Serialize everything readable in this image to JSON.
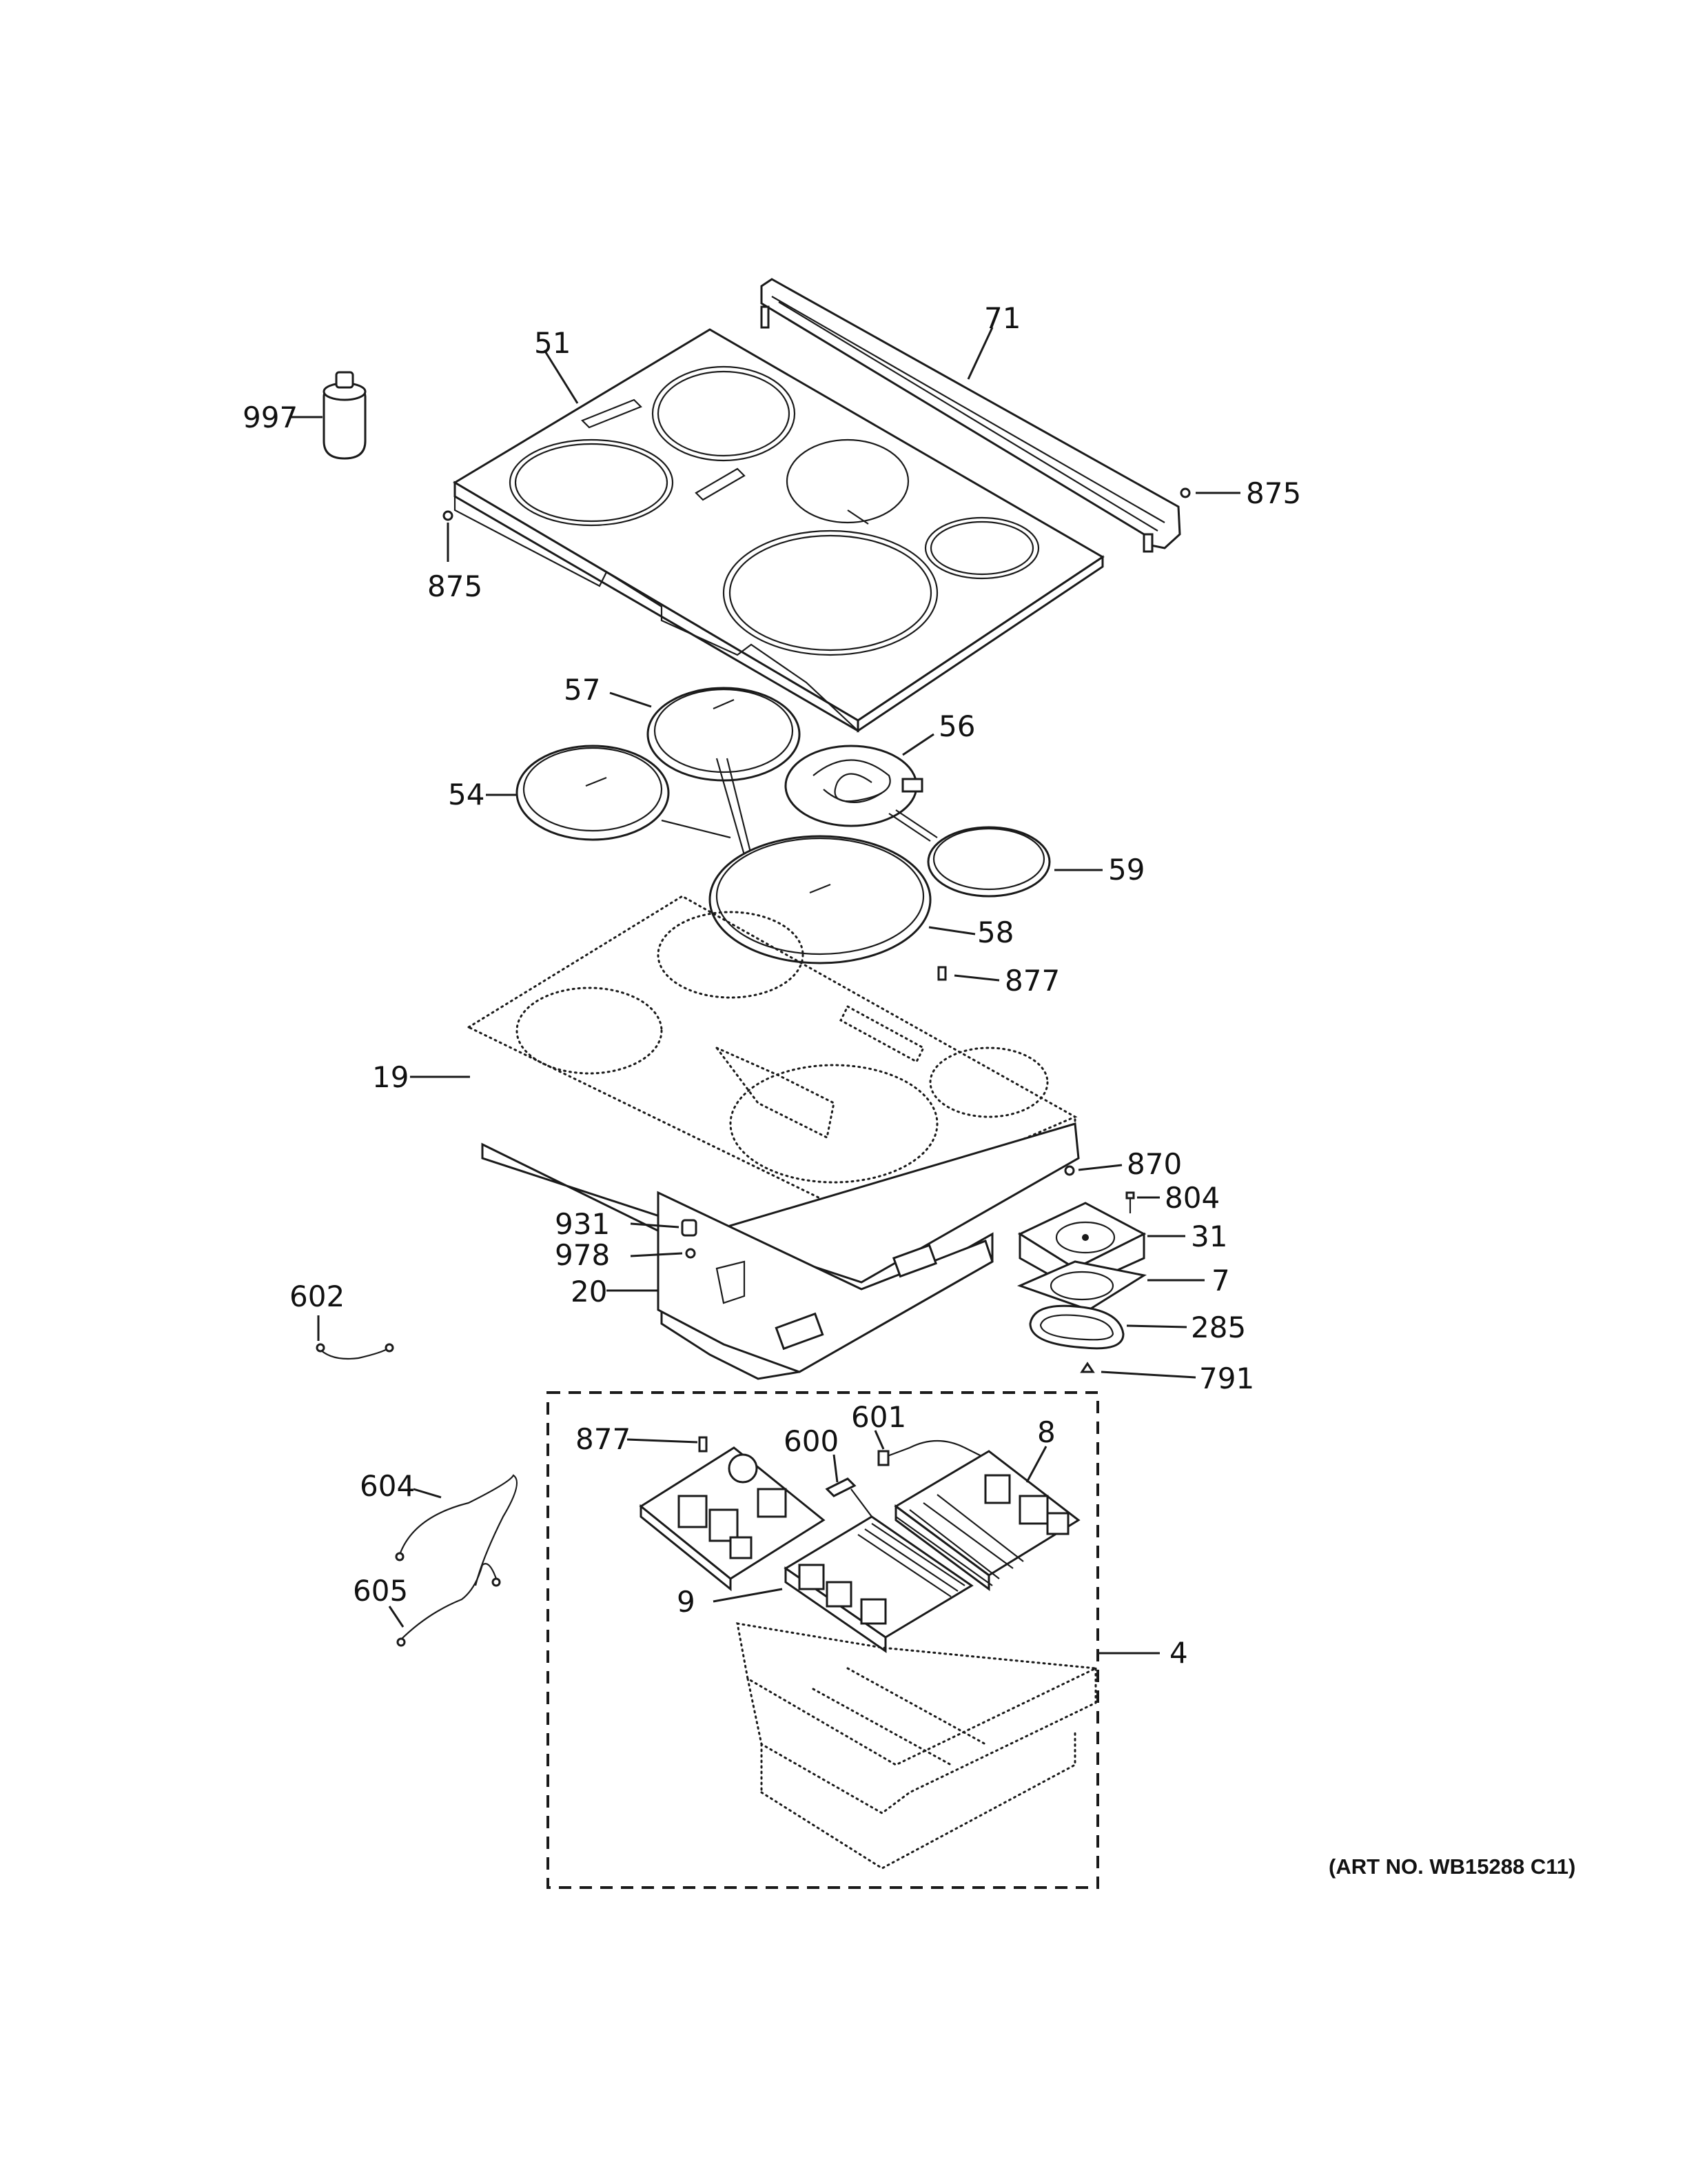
{
  "art_number": "(ART NO. WB15288 C11)",
  "callouts": {
    "c997": "997",
    "c51": "51",
    "c71": "71",
    "c875a": "875",
    "c875b": "875",
    "c57": "57",
    "c56": "56",
    "c54": "54",
    "c59": "59",
    "c58": "58",
    "c877a": "877",
    "c19": "19",
    "c870": "870",
    "c804": "804",
    "c31": "31",
    "c931": "931",
    "c978": "978",
    "c7": "7",
    "c20": "20",
    "c285": "285",
    "c602": "602",
    "c791": "791",
    "c877b": "877",
    "c601": "601",
    "c600": "600",
    "c8": "8",
    "c604": "604",
    "c605": "605",
    "c9": "9",
    "c4": "4"
  }
}
